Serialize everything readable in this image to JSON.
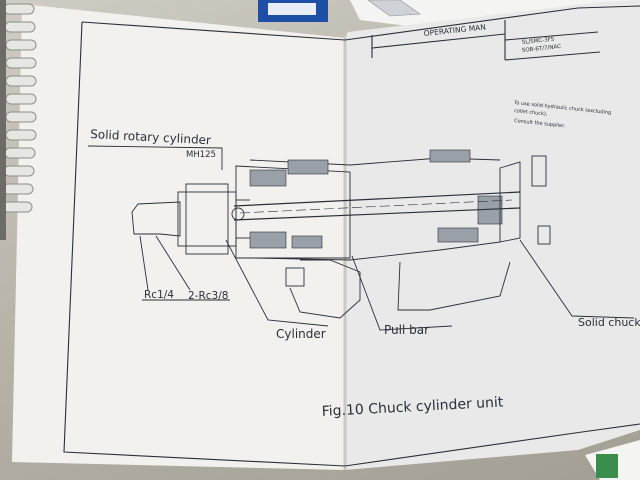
{
  "page": {
    "header": {
      "manual_title": "OPERATING MAN",
      "model_code_1": "SL/SMC-3FS",
      "model_code_2": "SOB-6T/7/NAC"
    },
    "note": {
      "line1": "To use solid hydraulic chuck (excluding",
      "line2": "collet chuck),",
      "line3": "Consult the supplier."
    },
    "labels": {
      "solid_rotary_cylinder": "Solid rotary cylinder",
      "model": "MH125",
      "port_1": "Rc1/4",
      "port_2": "2-Rc3/8",
      "cylinder": "Cylinder",
      "pull_bar": "Pull bar",
      "solid_chuck": "Solid chuck"
    },
    "caption": "Fig.10 Chuck cylinder unit"
  },
  "colors": {
    "paper_left": "#f2f1ee",
    "paper_right": "#e9e9ea",
    "ink": "#2b2f3a",
    "binder_ring": "#e8e8e4",
    "desk": "#b8b4aa"
  }
}
